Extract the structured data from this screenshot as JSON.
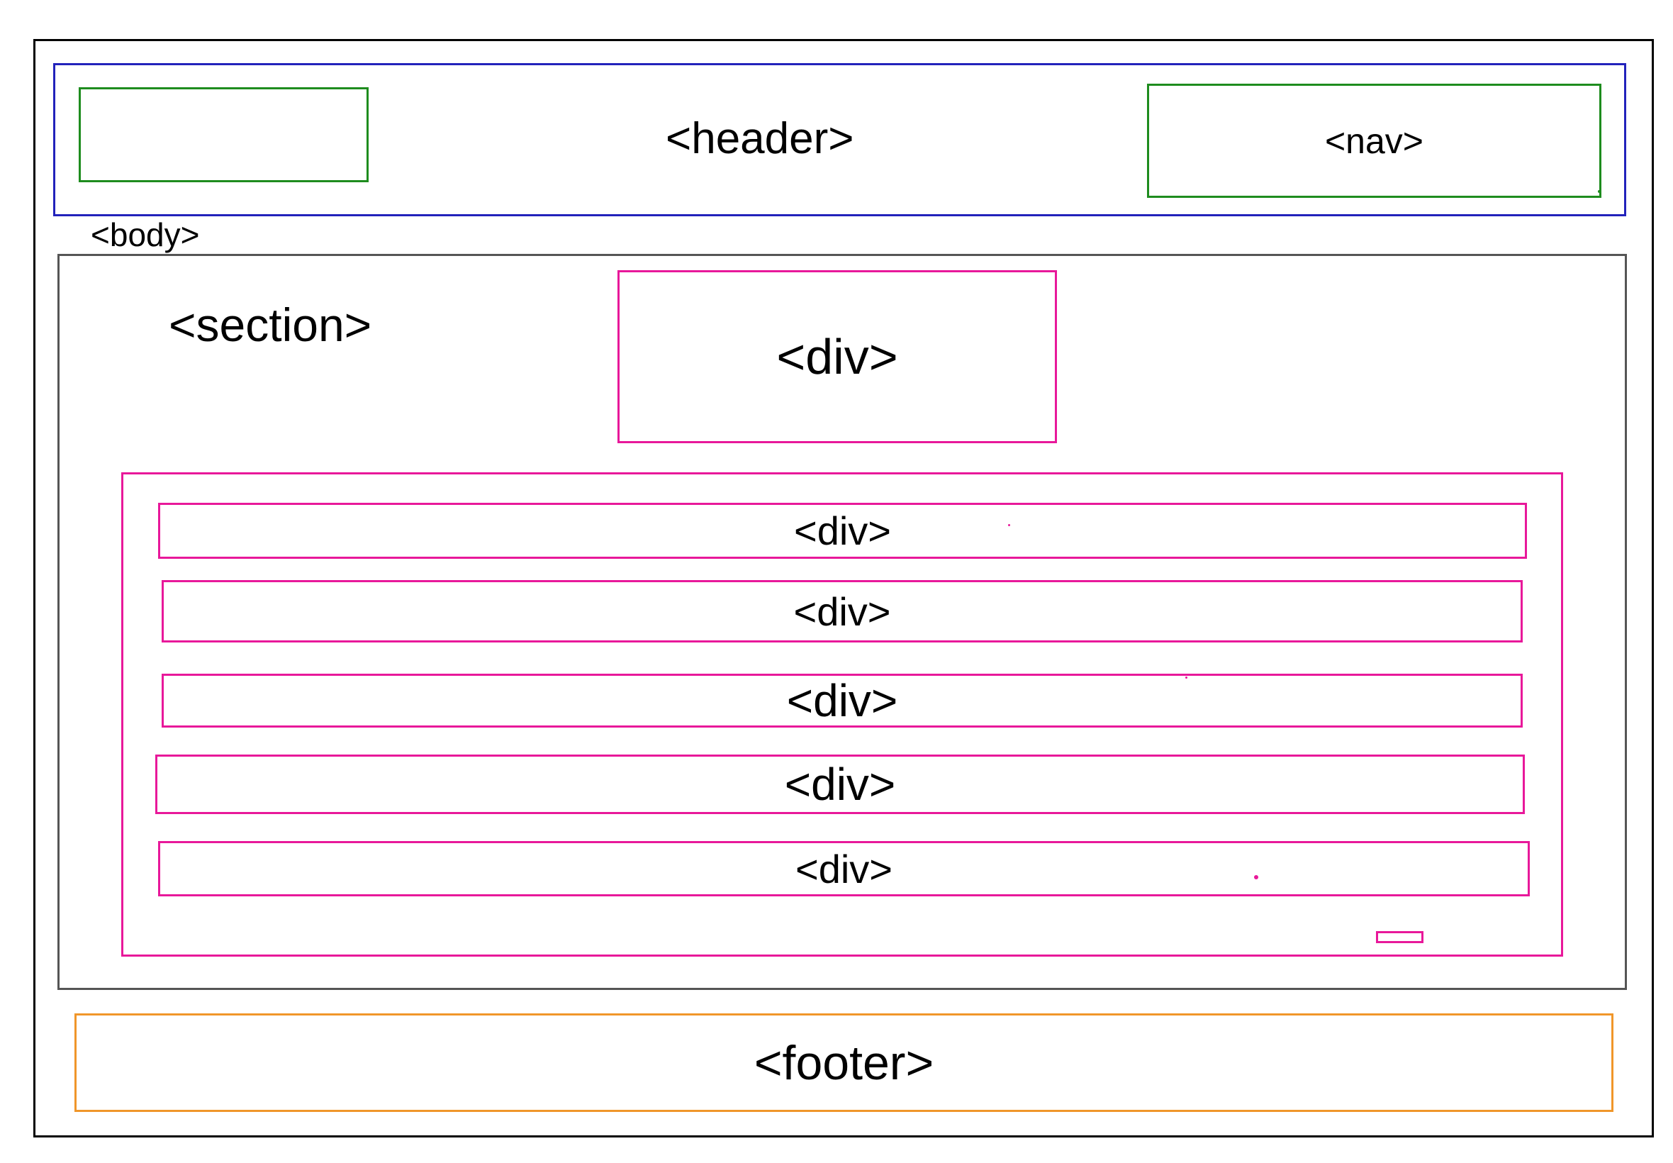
{
  "diagram": {
    "labels": {
      "header": "<header>",
      "nav": "<nav>",
      "body": "<body>",
      "section": "<section>",
      "top_div": "<div>",
      "rows": [
        "<div>",
        "<div>",
        "<div>",
        "<div>",
        "<div>"
      ],
      "footer": "<footer>"
    },
    "colors": {
      "page_frame": "#000000",
      "header": "#2222bb",
      "logo_nav": "#1e8c1e",
      "body": "#555555",
      "divs": "#e8189a",
      "footer": "#f0962a"
    }
  }
}
